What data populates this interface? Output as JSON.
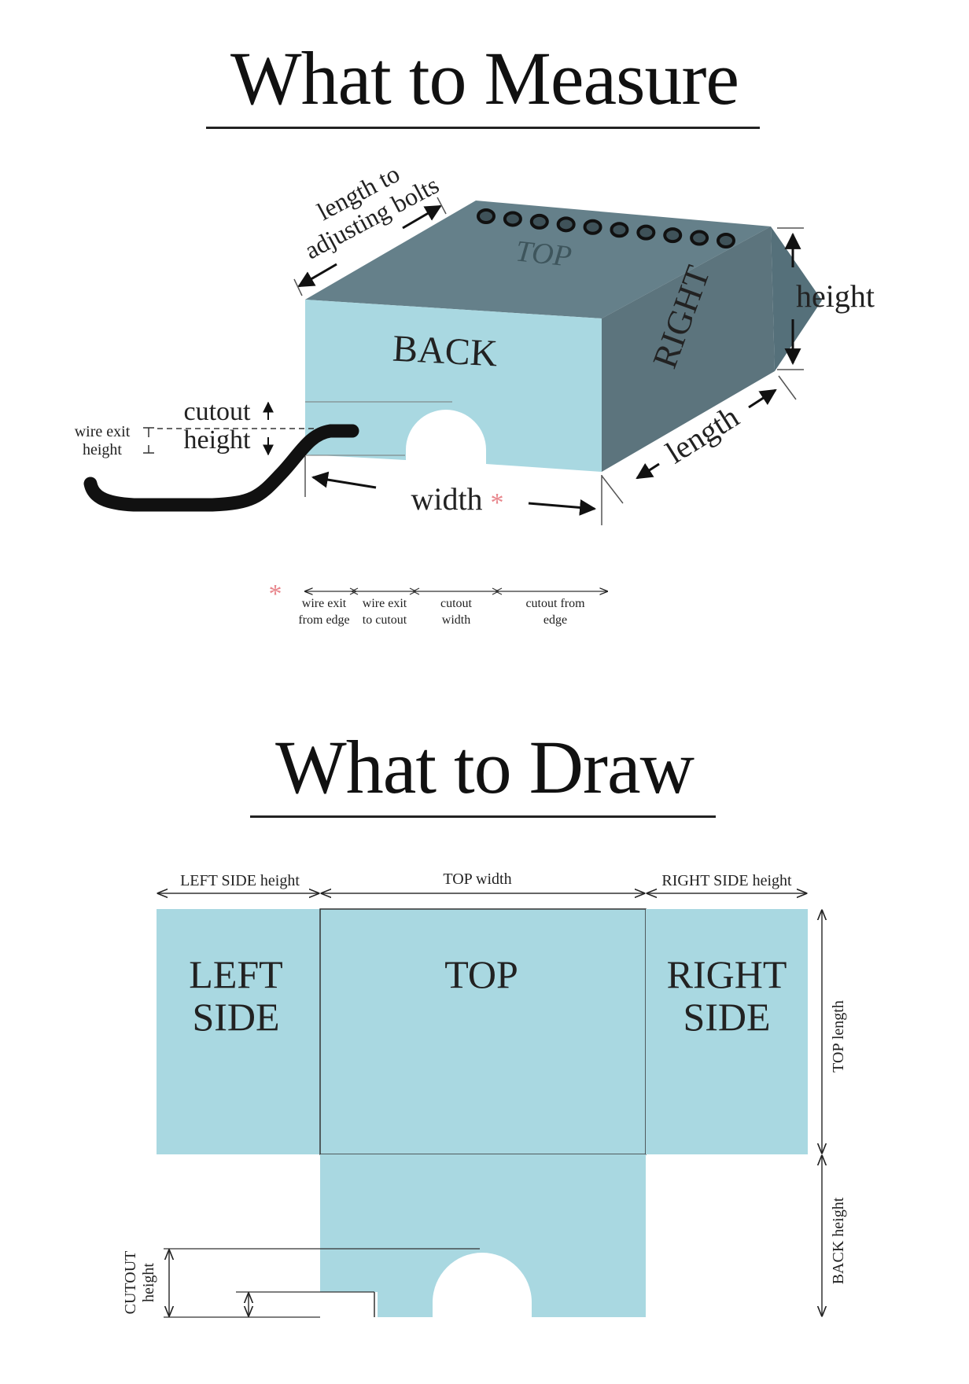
{
  "measure": {
    "title": "What to Measure",
    "faces": {
      "top": "TOP",
      "back": "BACK",
      "right": "RIGHT"
    },
    "labels": {
      "length_to_bolts_line1": "length to",
      "length_to_bolts_line2": "adjusting bolts",
      "height": "height",
      "length": "length",
      "width": "width",
      "asterisk": "*",
      "cutout_height_line1": "cutout",
      "cutout_height_line2": "height",
      "wire_exit_height_line1": "wire exit",
      "wire_exit_height_line2": "height"
    },
    "width_breakdown": {
      "marker": "*",
      "segments": [
        {
          "line1": "wire exit",
          "line2": "from edge"
        },
        {
          "line1": "wire exit",
          "line2": "to cutout"
        },
        {
          "line1": "cutout",
          "line2": "width"
        },
        {
          "line1": "cutout from",
          "line2": "edge"
        }
      ]
    },
    "bolt_count": 10,
    "colors": {
      "front": "#a9d8e1",
      "top": "#65808a",
      "right": "#5c747d",
      "wire": "#111111",
      "asterisk": "#e8868c"
    }
  },
  "draw": {
    "title": "What to Draw",
    "dimensions": {
      "left_side_height": "LEFT SIDE height",
      "top_width": "TOP width",
      "right_side_height": "RIGHT SIDE height",
      "top_length": "TOP length",
      "back_height": "BACK height",
      "cutout_line1": "CUTOUT",
      "cutout_line2": "height"
    },
    "panels": {
      "left_line1": "LEFT",
      "left_line2": "SIDE",
      "top": "TOP",
      "right_line1": "RIGHT",
      "right_line2": "SIDE"
    },
    "colors": {
      "panel": "#a9d8e1"
    }
  }
}
